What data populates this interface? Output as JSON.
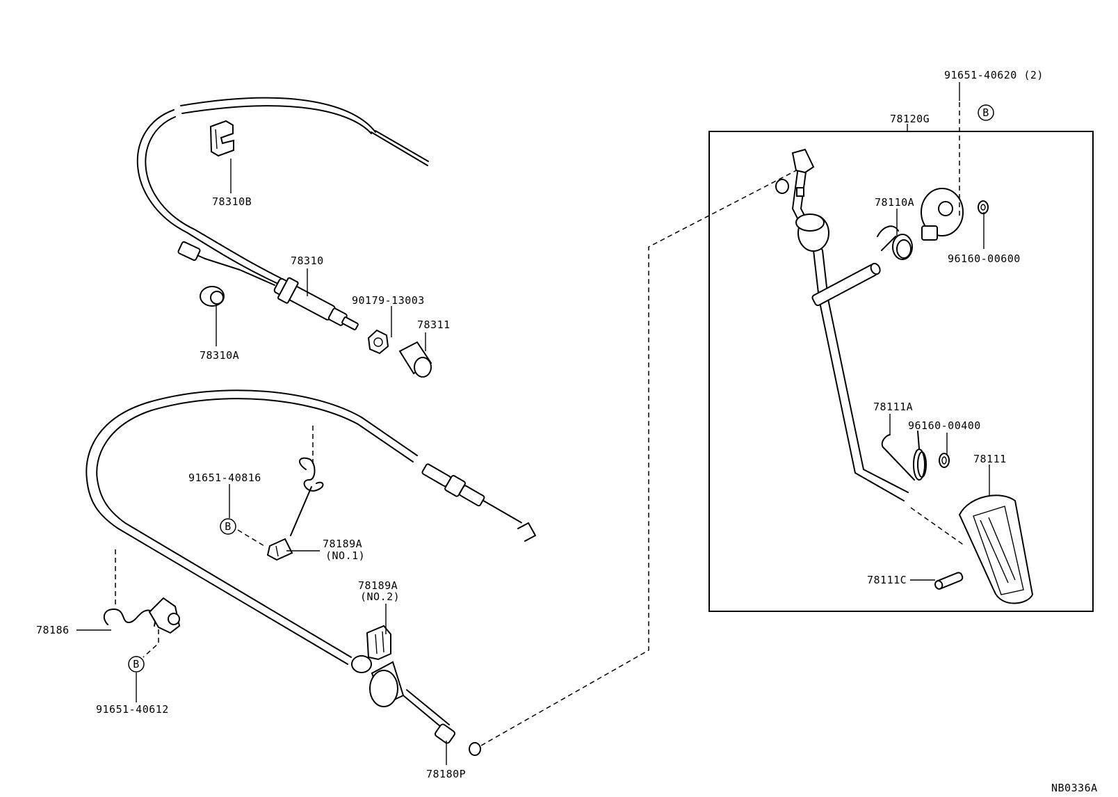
{
  "diagram_code": "NB0336A",
  "callouts": {
    "p78310B": "78310B",
    "p78310": "78310",
    "p78310A": "78310A",
    "p90179": "90179-13003",
    "p78311": "78311",
    "p91651_40816": "91651-40816",
    "p78189A_1": "78189A",
    "p78189A_1_note": "(NO.1)",
    "p78189A_2": "78189A",
    "p78189A_2_note": "(NO.2)",
    "p78186": "78186",
    "p91651_40612": "91651-40612",
    "p78180P": "78180P",
    "p91651_40620": "91651-40620 (2)",
    "p78120G": "78120G",
    "p78110A": "78110A",
    "p96160_00600": "96160-00600",
    "p78111A": "78111A",
    "p96160_00400": "96160-00400",
    "p78111": "78111",
    "p78111C": "78111C"
  },
  "ref_markers": {
    "b1": "B",
    "b2": "B",
    "b3": "B"
  }
}
